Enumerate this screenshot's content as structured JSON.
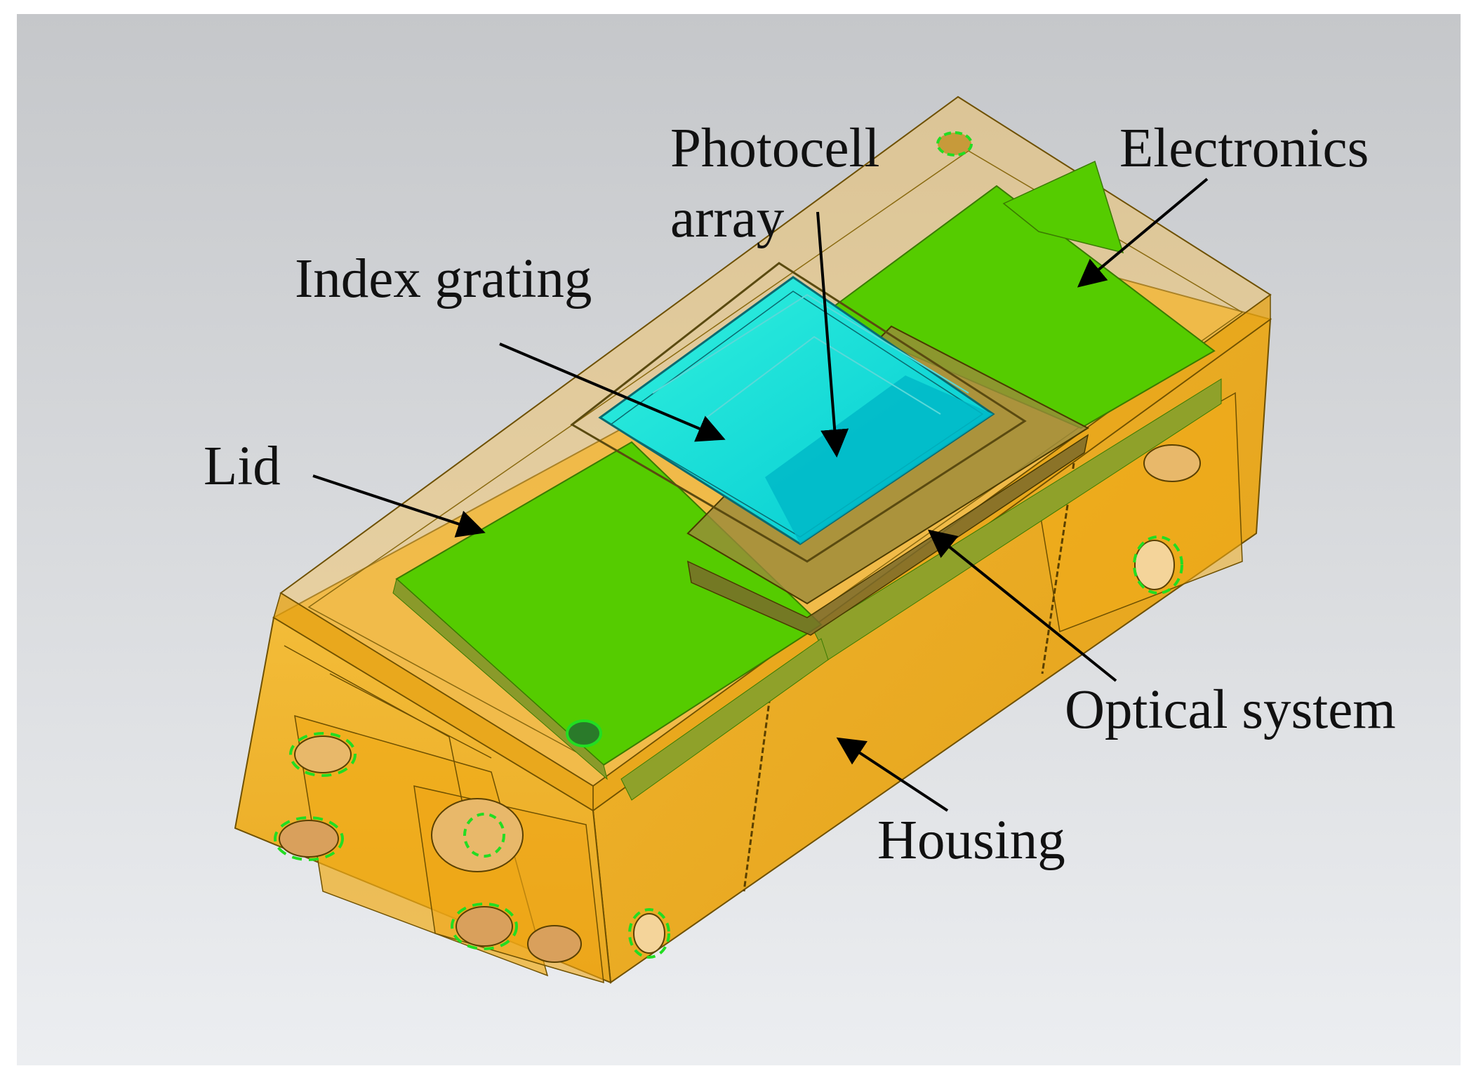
{
  "figure": {
    "labels": {
      "photocell_line1": "Photocell",
      "photocell_line2": "array",
      "electronics": "Electronics",
      "index_grating": "Index grating",
      "lid": "Lid",
      "optical_system": "Optical system",
      "housing": "Housing"
    },
    "colors": {
      "background_top": "#c7c9cc",
      "background_bottom": "#e9ebee",
      "housing": "#e8a00c",
      "housing_light": "#f4b521",
      "lid": "#f0b040",
      "pcb": "#55cc00",
      "grating": "#00e0d0",
      "photocell": "#00c2cc",
      "optical_frame": "#9a8a3a",
      "highlight_circle": "#22dd22",
      "arrow": "#000000"
    }
  }
}
